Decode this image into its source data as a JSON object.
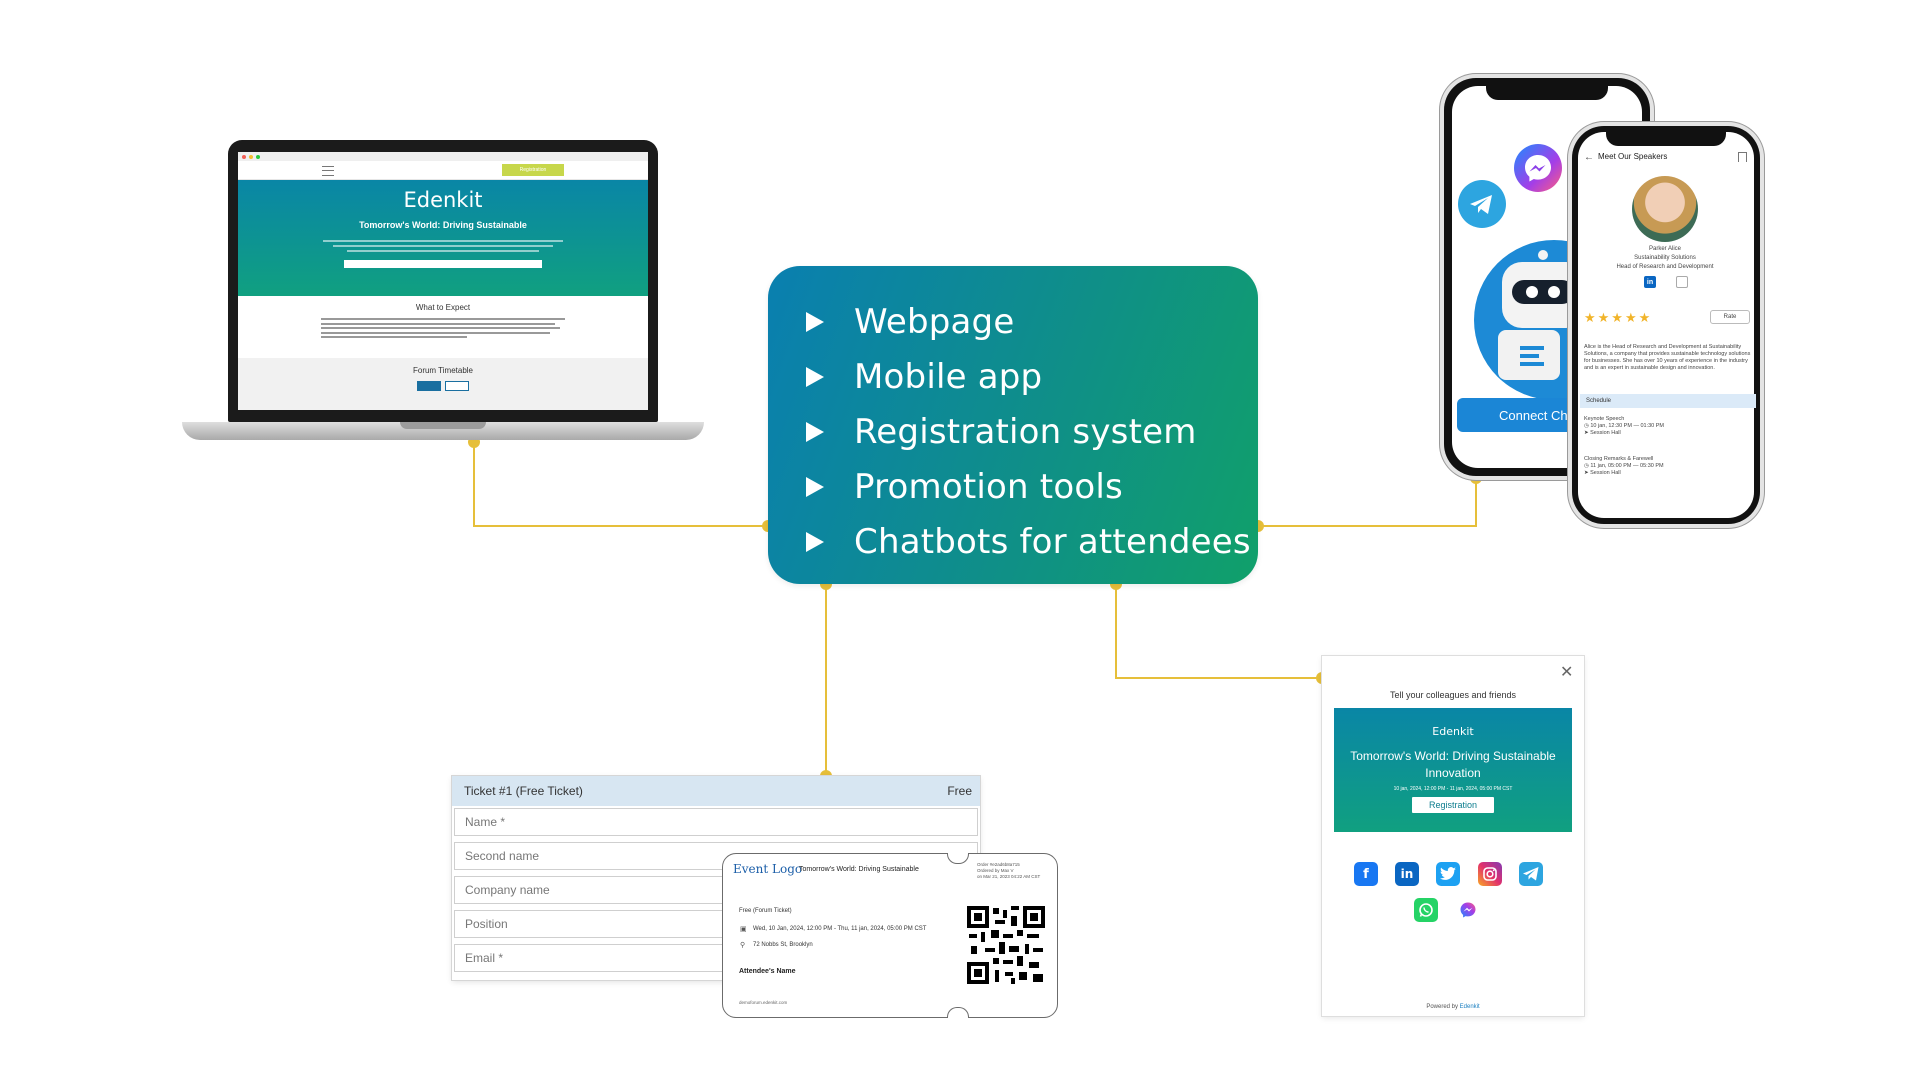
{
  "hub": {
    "items": [
      "Webpage",
      "Mobile app",
      "Registration system",
      "Promotion tools",
      "Chatbots for attendees"
    ]
  },
  "website": {
    "register_label": "Registration",
    "logo": "Edenkit",
    "title": "Tomorrow's World: Driving Sustainable",
    "expect_heading": "What to Expect",
    "timetable_heading": "Forum Timetable"
  },
  "chatbot_phone": {
    "connect_label": "Connect Chat"
  },
  "speaker_phone": {
    "header": "Meet Our Speakers",
    "name": "Parker Alice",
    "company": "Sustainability Solutions",
    "role": "Head of Research and Development",
    "rate_label": "Rate",
    "stars": 5,
    "bio": "Alice is the Head of Research and Development at Sustainability Solutions, a company that provides sustainable technology solutions for businesses. She has over 10 years of experience in the industry and is an expert in sustainable design and innovation.",
    "schedule_label": "Schedule",
    "sessions": [
      {
        "title": "Keynote Speech",
        "time": "10 jan, 12:30 PM — 01:30 PM",
        "place": "Session Hall"
      },
      {
        "title": "Closing Remarks & Farewell",
        "time": "11 jan, 05:00 PM — 05:30 PM",
        "place": "Session Hall"
      }
    ]
  },
  "form": {
    "ticket_title": "Ticket #1 (Free Ticket)",
    "price": "Free",
    "fields": [
      "Name *",
      "Second name",
      "Company name",
      "Position",
      "Email *"
    ]
  },
  "ticket": {
    "logo": "Event Logo",
    "title": "Tomorrow's World: Driving Sustainable",
    "order": [
      "Order #e2ad6b8a715",
      "Ordered by Max V",
      "on Mar 21, 2023 04:22 AM CST"
    ],
    "ticket_type": "Free (Forum Ticket)",
    "date": "Wed, 10 Jan, 2024, 12:00 PM - Thu, 11 jan, 2024, 05:00 PM CST",
    "address": "72 Nobbs St, Brooklyn",
    "attendee": "Attendee's Name",
    "url": "demoforum.edenkit.com"
  },
  "share": {
    "title": "Tell your colleagues and friends",
    "logo": "Edenkit",
    "event_title": "Tomorrow's World: Driving Sustainable Innovation",
    "date": "10 jan, 2024, 12:00 PM - 11 jan, 2024, 05:00 PM CST",
    "register_label": "Registration",
    "powered_prefix": "Powered by",
    "powered_brand": "Edenkit",
    "icons": [
      "facebook-icon",
      "linkedin-icon",
      "twitter-icon",
      "instagram-icon",
      "telegram-icon",
      "whatsapp-icon",
      "messenger-icon"
    ]
  },
  "colors": {
    "hub_start": "#0a7fb0",
    "hub_end": "#10a06a",
    "connector": "#e6bf3a"
  }
}
